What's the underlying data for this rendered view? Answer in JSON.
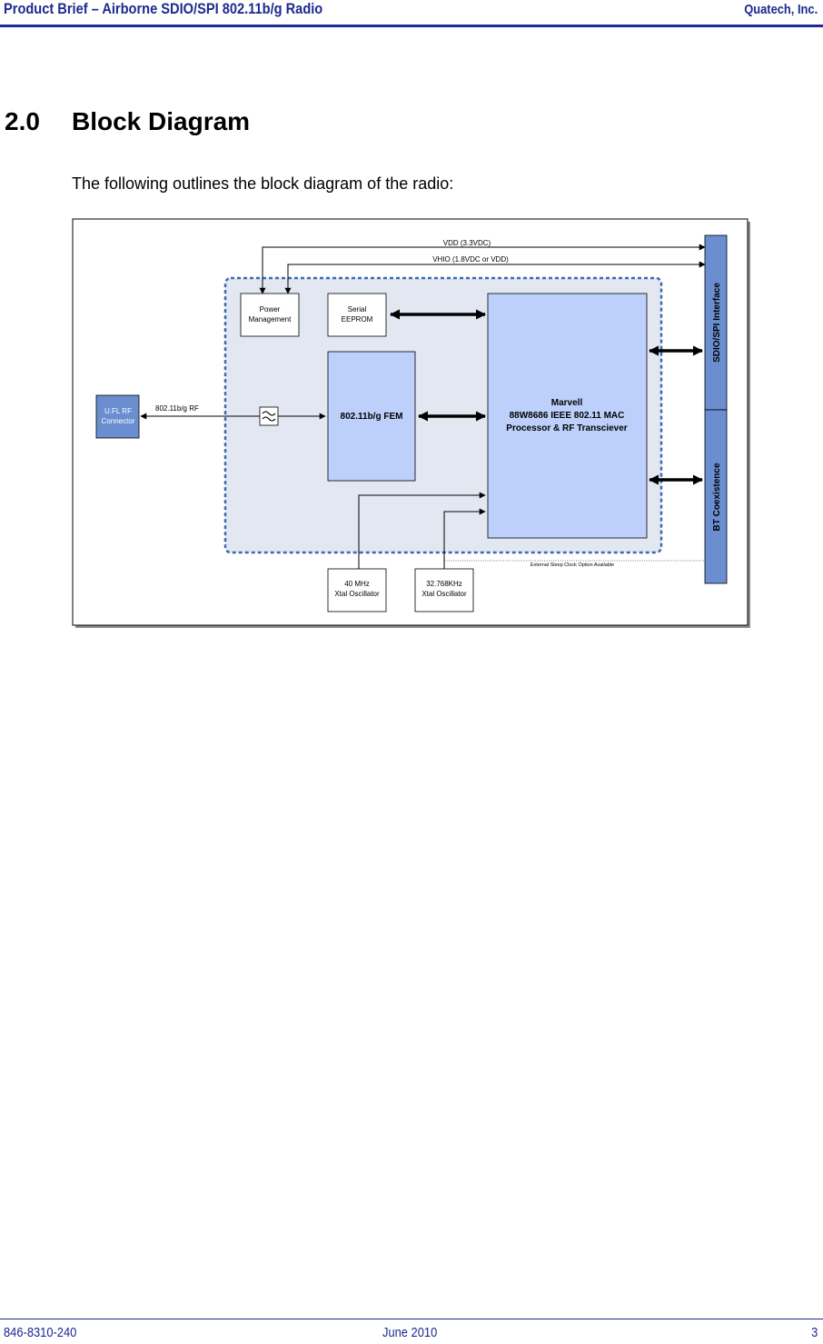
{
  "header": {
    "title": "Product Brief – Airborne SDIO/SPI 802.11b/g Radio",
    "company": "Quatech, Inc."
  },
  "section": {
    "number": "2.0",
    "title": "Block Diagram",
    "intro": "The following outlines the block diagram of the radio:"
  },
  "diagram": {
    "vdd_label": "VDD (3.3VDC)",
    "vhio_label": "VHIO  (1.8VDC or VDD)",
    "power_management": [
      "Power",
      "Management"
    ],
    "serial_eeprom": [
      "Serial",
      "EEPROM"
    ],
    "fem": "802.11b/g FEM",
    "marvell": [
      "Marvell",
      "88W8686 IEEE 802.11 MAC",
      "Processor & RF Transciever"
    ],
    "ufl_connector": [
      "U.FL RF",
      "Connector"
    ],
    "rf_label": "802.11b/g RF",
    "sdio_interface": "SDIO/SPI Interface",
    "bt_coexistence": "BT Coexistence",
    "xtal_40": [
      "40 MHz",
      "Xtal Oscillator"
    ],
    "xtal_32": [
      "32.768KHz",
      "Xtal Oscillator"
    ],
    "sleep_clock_note": "External Sleep Clock Option Available",
    "colors": {
      "module_fill": "#e2e7f2",
      "module_border": "#3d6ab0",
      "block_fill": "#bcd0fb",
      "interface_fill": "#6a8ed0"
    }
  },
  "footer": {
    "doc_number": "846-8310-240",
    "date": "June 2010",
    "page": "3"
  }
}
